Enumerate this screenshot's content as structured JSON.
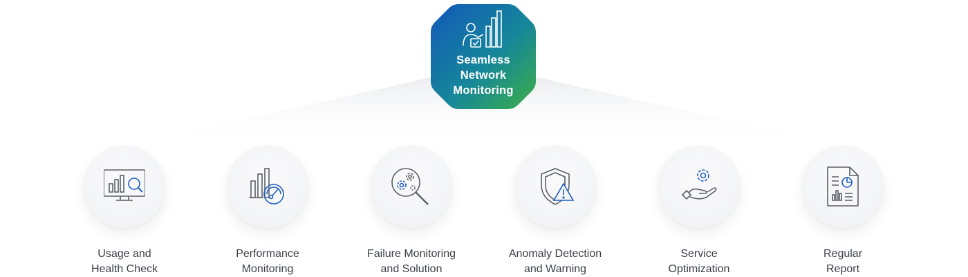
{
  "hub": {
    "title_lines": [
      "Seamless",
      "Network",
      "Monitoring"
    ],
    "icon": "person-bar-chart-icon",
    "gradient": [
      "#1258b8",
      "#16879a",
      "#3cae47"
    ]
  },
  "colors": {
    "icon_gray": "#5b5f66",
    "icon_blue": "#1f5fbf",
    "label": "#3a3f47",
    "node_bg": "#f3f4f6"
  },
  "items": [
    {
      "icon": "monitor-chart-magnifier-icon",
      "label_lines": [
        "Usage and",
        "Health Check"
      ]
    },
    {
      "icon": "bar-chart-gauge-icon",
      "label_lines": [
        "Performance",
        "Monitoring"
      ]
    },
    {
      "icon": "gears-magnifier-icon",
      "label_lines": [
        "Failure Monitoring",
        "and Solution"
      ]
    },
    {
      "icon": "shield-warning-icon",
      "label_lines": [
        "Anomaly Detection",
        "and Warning"
      ]
    },
    {
      "icon": "hand-gear-icon",
      "label_lines": [
        "Service",
        "Optimization"
      ]
    },
    {
      "icon": "report-document-icon",
      "label_lines": [
        "Regular",
        "Report"
      ]
    }
  ]
}
